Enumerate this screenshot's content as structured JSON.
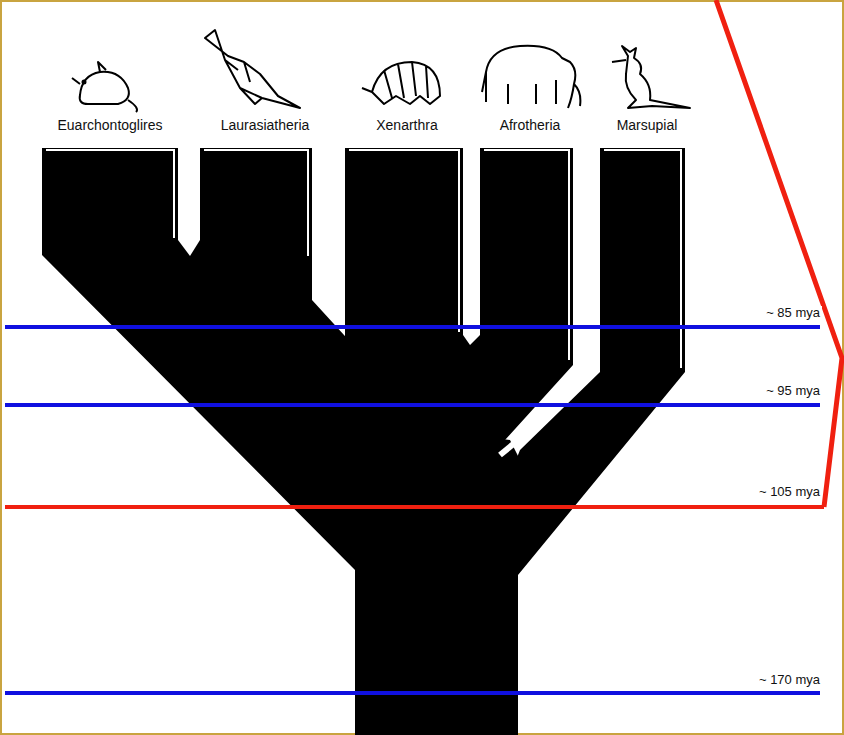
{
  "diagram": {
    "labels": [
      "Euarchontoglires",
      "Laurasiatheria",
      "Xenarthra",
      "Afrotheria",
      "Marsupial",
      "~ 85 mya",
      "~ 95 mya",
      "~ 105 mya",
      "~ 170 mya"
    ]
  }
}
